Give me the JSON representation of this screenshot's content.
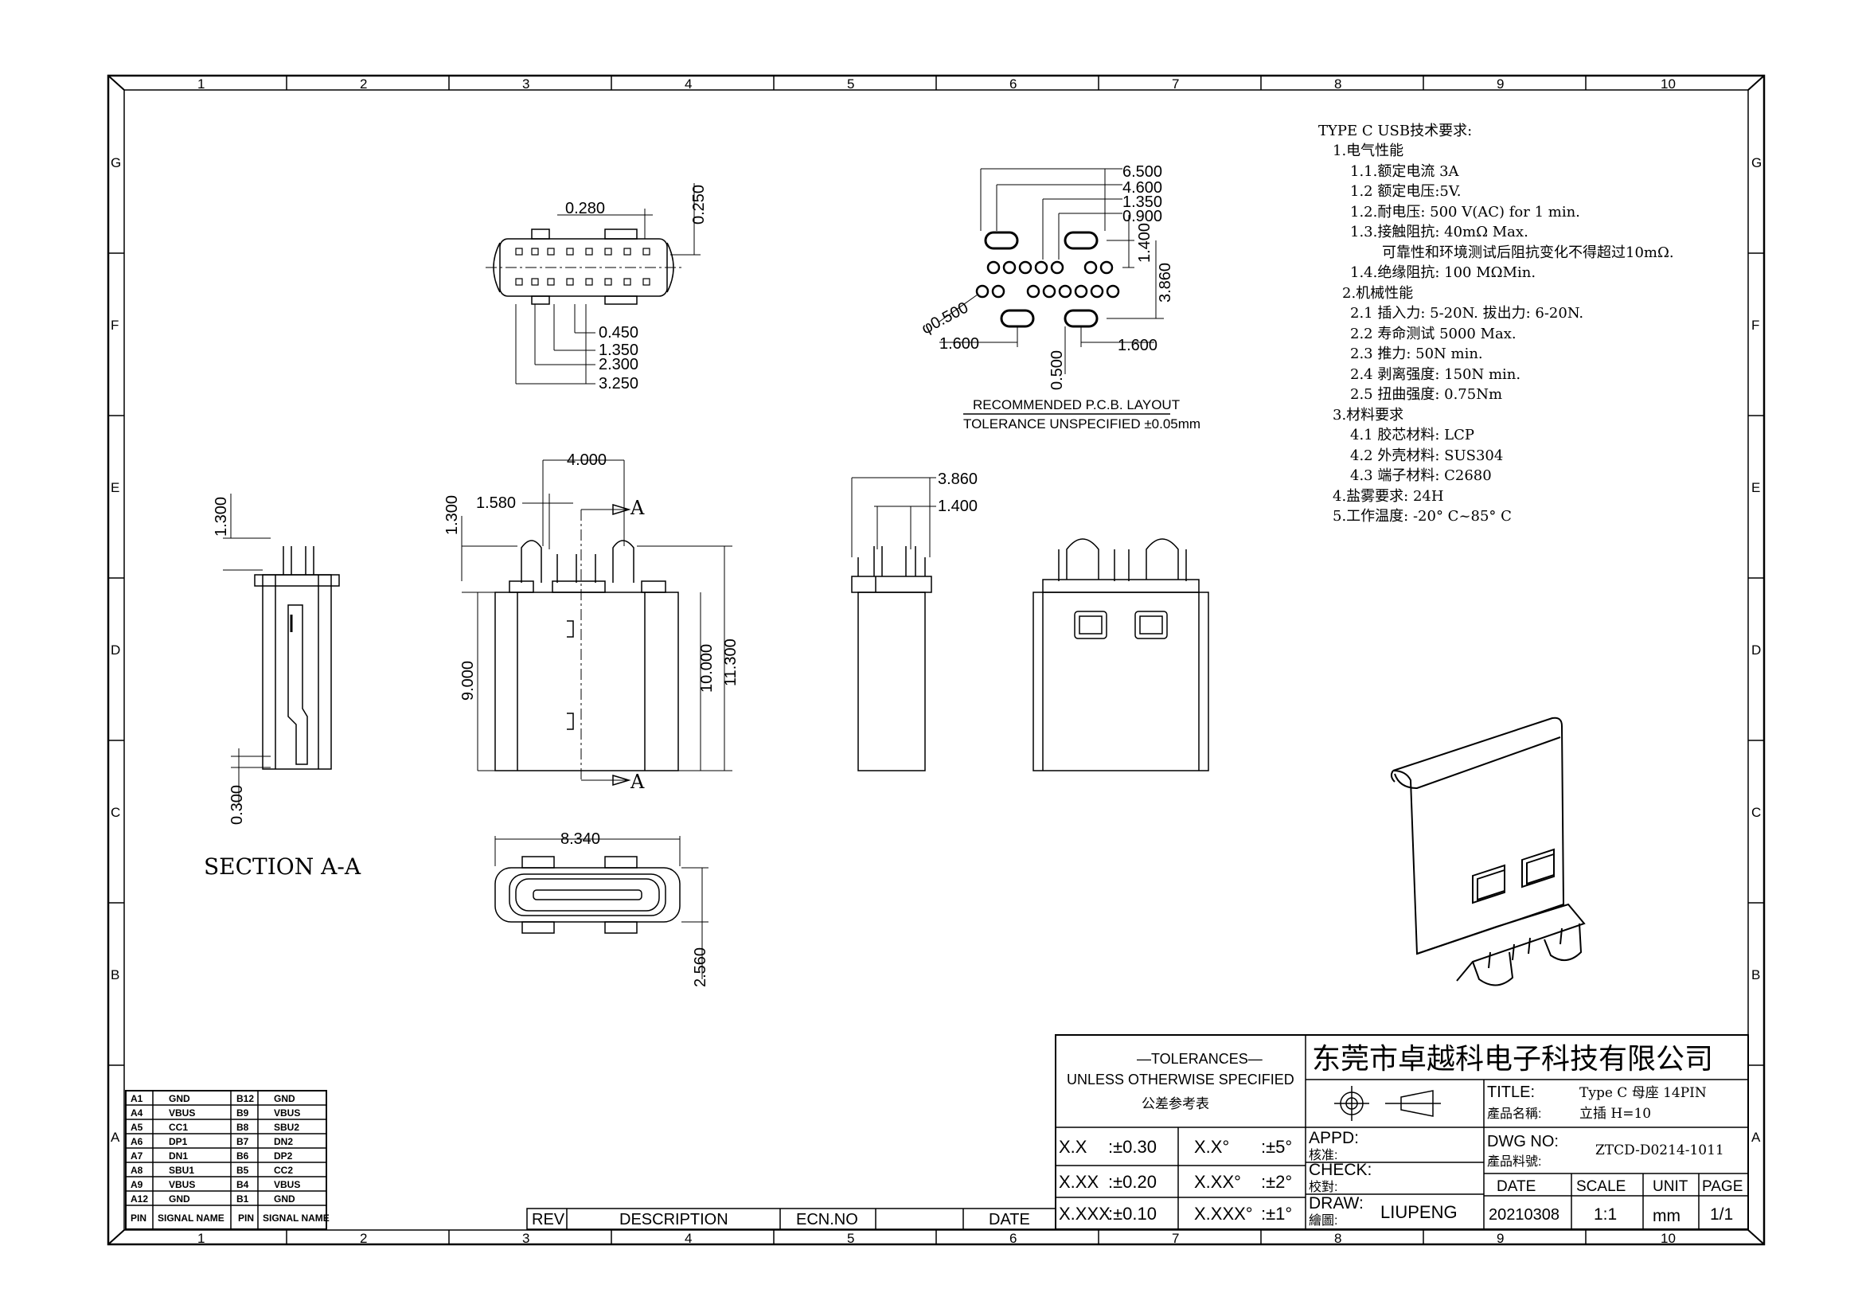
{
  "frame": {
    "col_labels": [
      "1",
      "2",
      "3",
      "4",
      "5",
      "6",
      "7",
      "8",
      "9",
      "10"
    ],
    "row_labels": [
      "G",
      "F",
      "E",
      "D",
      "C",
      "B",
      "A"
    ]
  },
  "views": {
    "pcb_layout_caption_1": "RECOMMENDED  P.C.B.  LAYOUT",
    "pcb_layout_caption_2": "TOLERANCE  UNSPECIFIED  ±0.05mm",
    "section_label": "SECTION A-A",
    "section_marker": "A"
  },
  "dimensions": {
    "top_view": [
      "0.280",
      "0.250",
      "0.450",
      "1.350",
      "2.300",
      "3.250"
    ],
    "pcb": [
      "6.500",
      "4.600",
      "1.350",
      "0.900",
      "1.400",
      "3.860",
      "φ0.500",
      "1.600",
      "1.600",
      "0.500"
    ],
    "front_view": [
      "4.000",
      "1.580",
      "1.300",
      "9.000",
      "10.000",
      "11.300"
    ],
    "side_view": [
      "3.860",
      "1.400"
    ],
    "section": [
      "1.300",
      "0.300"
    ],
    "bottom_view": [
      "8.340",
      "2.560"
    ]
  },
  "notes": {
    "title": "TYPE C USB技术要求:",
    "lines": [
      "1.电气性能",
      "1.1.额定电流 3A",
      "1.2 额定电压:5V.",
      "1.2.耐电压: 500 V(AC) for 1 min.",
      "1.3.接触阻抗: 40mΩ Max.",
      "可靠性和环境测试后阻抗变化不得超过10mΩ.",
      "1.4.绝缘阻抗: 100 MΩMin.",
      "2.机械性能",
      "2.1 插入力: 5-20N. 拔出力: 6-20N.",
      "2.2 寿命测试 5000 Max.",
      "2.3 推力: 50N min.",
      "2.4 剥离强度: 150N min.",
      "2.5 扭曲强度: 0.75Nm",
      "3.材料要求",
      "4.1 胶芯材料: LCP",
      "4.2 外壳材料: SUS304",
      "4.3 端子材料: C2680",
      "4.盐雾要求: 24H",
      "5.工作温度: -20° C~85° C"
    ]
  },
  "pin_table": {
    "rows": [
      [
        "A1",
        "GND",
        "B12",
        "GND"
      ],
      [
        "A4",
        "VBUS",
        "B9",
        "VBUS"
      ],
      [
        "A5",
        "CC1",
        "B8",
        "SBU2"
      ],
      [
        "A6",
        "DP1",
        "B7",
        "DN2"
      ],
      [
        "A7",
        "DN1",
        "B6",
        "DP2"
      ],
      [
        "A8",
        "SBU1",
        "B5",
        "CC2"
      ],
      [
        "A9",
        "VBUS",
        "B4",
        "VBUS"
      ],
      [
        "A12",
        "GND",
        "B1",
        "GND"
      ]
    ],
    "header": [
      "PIN",
      "SIGNAL NAME",
      "PIN",
      "SIGNAL NAME"
    ]
  },
  "revision_block": {
    "rev": "REV",
    "description": "DESCRIPTION",
    "ecn": "ECN.NO",
    "date": "DATE"
  },
  "title_block": {
    "tolerances_title": "—TOLERANCES—",
    "tolerances_sub": "UNLESS  OTHERWISE  SPECIFIED",
    "tolerances_cn": "公差参考表",
    "tol_rows": [
      [
        "X.X",
        ":±0.30",
        "X.X°",
        ":±5°"
      ],
      [
        "X.XX",
        ":±0.20",
        "X.XX°",
        ":±2°"
      ],
      [
        "X.XXX",
        ":±0.10",
        "X.XXX°",
        ":±1°"
      ]
    ],
    "company": "东莞市卓越科电子科技有限公司",
    "title_label": "TITLE:",
    "title_label_cn": "產品名稱:",
    "title_value_1": "Type C 母座 14PIN",
    "title_value_2": "立插 H=10",
    "dwg_label": "DWG NO:",
    "dwg_label_cn": "產品料號:",
    "dwg_value": "ZTCD-D0214-1011",
    "appd_label": "APPD:",
    "appd_cn": "核准:",
    "check_label": "CHECK:",
    "check_cn": "校對:",
    "draw_label": "DRAW:",
    "draw_cn": "繪圖:",
    "draw_value": "LIUPENG",
    "date_label": "DATE",
    "scale_label": "SCALE",
    "unit_label": "UNIT",
    "page_label": "PAGE",
    "date_value": "20210308",
    "scale_value": "1:1",
    "unit_value": "mm",
    "page_value": "1/1"
  }
}
